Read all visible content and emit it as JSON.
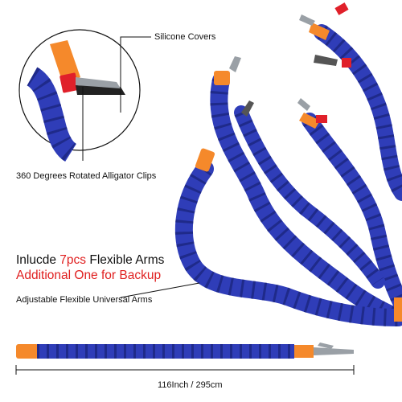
{
  "labels": {
    "silicone_covers": "Silicone Covers",
    "alligator_clips": "360 Degrees Rotated Alligator Clips",
    "universal_arms": "Adjustable Flexible Universal Arms",
    "length": "116Inch / 295cm"
  },
  "headline": {
    "line1_prefix": "Inlucde ",
    "line1_count": "7pcs",
    "line1_suffix": " Flexible Arms",
    "line2": "Additional One for Backup"
  },
  "colors": {
    "arm_blue": "#2f3db8",
    "cover_orange": "#f5892b",
    "cap_red": "#e0202a",
    "clip_metal": "#9aa0a6",
    "accent_text_red": "#e02020"
  }
}
